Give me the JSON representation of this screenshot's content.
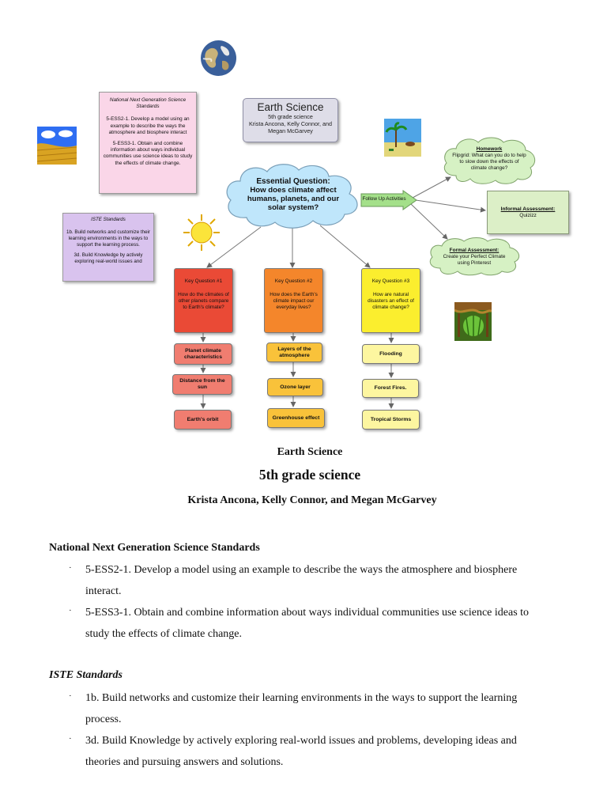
{
  "diagram": {
    "nss_box": {
      "title": "National Next Generation Science Standards",
      "item1": "5-ESS2-1.  Develop a model using an example to describe the ways the atmosphere and biosphere interact",
      "item2": "5-ESS3-1.  Obtain and combine information about ways individual communities use science ideas to study the effects of climate change."
    },
    "iste_box": {
      "title": "ISTE Standards",
      "item1": "1b. Build networks and customize their learning environments in the ways to support the learning process.",
      "item2": "3d. Build Knowledge by actively exploring real-world issues and"
    },
    "title_box": {
      "title": "Earth Science",
      "subtitle": "5th grade science",
      "authors": "Krista Ancona, Kelly Connor, and Megan McGarvey"
    },
    "essential_question": {
      "label": "Essential Question:",
      "text": "How does climate affect humans, planets, and our solar system?"
    },
    "follow_up": "Follow Up Activities",
    "homework": {
      "label": "Homework",
      "text": "Flipgrid: What can you do to help to slow down the effects of climate change?"
    },
    "informal": {
      "label": "Informal Assessment:",
      "text": "Quizizz"
    },
    "formal": {
      "label": "Formal Assessment:",
      "text": "Create your Perfect Climate using Pinterest"
    },
    "key_questions": [
      {
        "label": "Key Question #1",
        "text": "How do the climates of other planets compare to Earth's climate?",
        "color": "#ea4a36",
        "subs": [
          {
            "text": "Planet climate characteristics",
            "color": "#f07d70"
          },
          {
            "text": "Distance from the sun",
            "color": "#f07d70"
          },
          {
            "text": "Earth's orbit",
            "color": "#f07d70"
          }
        ]
      },
      {
        "label": "Key Question #2",
        "text": "How does the Earth's climate impact our everyday lives?",
        "color": "#f4862b",
        "subs": [
          {
            "text": "Layers of the atmosphere",
            "color": "#f9c23a"
          },
          {
            "text": "Ozone layer",
            "color": "#f9c23a"
          },
          {
            "text": "Greenhouse effect",
            "color": "#f9c23a"
          }
        ]
      },
      {
        "label": "Key Question #3",
        "text": "How are natural disasters an effect of climate change?",
        "color": "#fbee2e",
        "subs": [
          {
            "text": "Flooding",
            "color": "#fdf6a0"
          },
          {
            "text": "Forest Fires.",
            "color": "#fdf6a0"
          },
          {
            "text": "Tropical Storms",
            "color": "#fdf6a0"
          }
        ]
      }
    ]
  },
  "doc": {
    "title": "Earth Science",
    "subtitle": "5th grade science",
    "authors": "Krista Ancona, Kelly Connor, and Megan McGarvey",
    "nss_heading": "National Next Generation Science Standards",
    "nss_items": [
      {
        "line1": "5-ESS2-1.  Develop a model using an example to describe the ways the atmosphere and biosphere",
        "line2": "interact."
      },
      {
        "line1": "5-ESS3-1.  Obtain and combine information about ways individual communities use science ideas to",
        "line2": "study the effects of climate change."
      }
    ],
    "iste_heading": "ISTE Standards",
    "iste_items": [
      {
        "line1": "1b. Build networks and customize their learning environments in the ways to support the learning",
        "line2": "process."
      },
      {
        "line1": "3d. Build Knowledge by actively exploring real-world issues and problems, developing ideas and",
        "line2": "theories and pursuing answers and solutions."
      }
    ],
    "bullet": "·"
  }
}
